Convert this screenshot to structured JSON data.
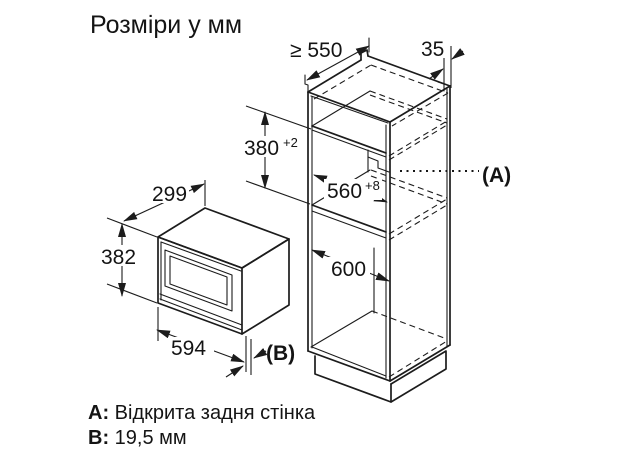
{
  "title": "Розміри у мм",
  "dimensions": {
    "cabinet_depth_min": "≥ 550",
    "top_rear_gap": "35",
    "niche_height": "380",
    "niche_height_tolerance": "+2",
    "niche_width": "560",
    "niche_width_tolerance": "+8",
    "cabinet_width": "600",
    "appliance_depth": "299",
    "appliance_height": "382",
    "appliance_width": "594"
  },
  "callouts": {
    "a": "(A)",
    "b": "(B)"
  },
  "notes": {
    "a_label": "A:",
    "a_text": " Відкрита задня стінка",
    "b_label": "B:",
    "b_text": " 19,5 мм"
  }
}
